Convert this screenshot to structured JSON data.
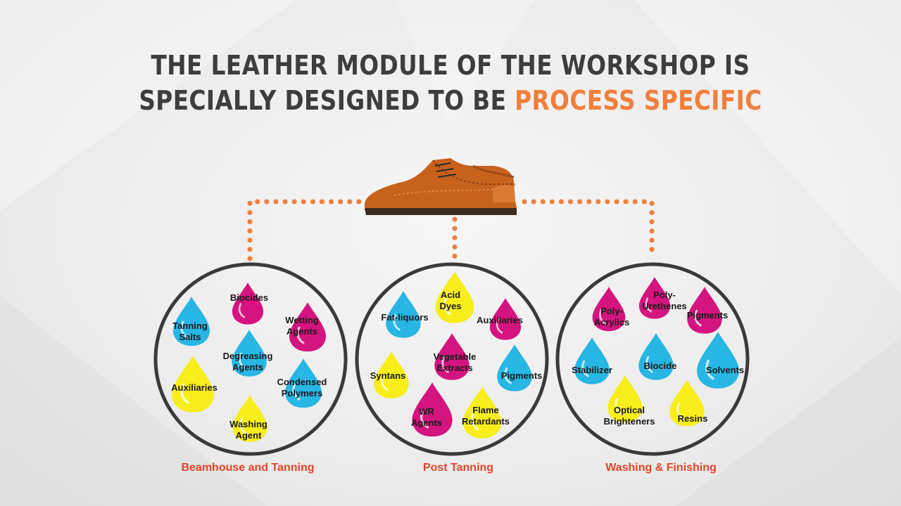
{
  "title": {
    "line1": "THE LEATHER MODULE OF THE WORKSHOP IS",
    "line2_plain": "SPECIALLY DESIGNED TO BE ",
    "line2_accent": "PROCESS SPECIFIC"
  },
  "colors": {
    "title": "#3d3d3d",
    "accent": "#f07f3c",
    "connector": "#f07f3c",
    "circle_stroke": "#3a3a3a",
    "label": "#e2452b",
    "drop_blue": "#28b6e4",
    "drop_magenta": "#d4147f",
    "drop_yellow": "#f7ee1b",
    "shoe": "#c7621d"
  },
  "shoe_icon": "leather-shoe-icon",
  "groups": [
    {
      "name": "Beamhouse and Tanning",
      "drops": [
        {
          "label": "Biocides",
          "color": "magenta"
        },
        {
          "label": "Tanning\nSalts",
          "color": "blue"
        },
        {
          "label": "Wetting\nAgents",
          "color": "magenta"
        },
        {
          "label": "Degreasing\nAgents",
          "color": "blue"
        },
        {
          "label": "Auxiliaries",
          "color": "yellow"
        },
        {
          "label": "Condensed\nPolymers",
          "color": "blue"
        },
        {
          "label": "Washing\nAgent",
          "color": "yellow"
        }
      ]
    },
    {
      "name": "Post Tanning",
      "drops": [
        {
          "label": "Acid\nDyes",
          "color": "yellow"
        },
        {
          "label": "Fat-liquors",
          "color": "blue"
        },
        {
          "label": "Auxiliaries",
          "color": "magenta"
        },
        {
          "label": "Vegetable\nExtracts",
          "color": "magenta"
        },
        {
          "label": "Syntans",
          "color": "yellow"
        },
        {
          "label": "Pigments",
          "color": "blue"
        },
        {
          "label": "WR\nAgents",
          "color": "magenta"
        },
        {
          "label": "Flame\nRetardants",
          "color": "yellow"
        }
      ]
    },
    {
      "name": "Washing & Finishing",
      "drops": [
        {
          "label": "Poly-\nUrethenes",
          "color": "magenta"
        },
        {
          "label": "Poly-\nAcrylics",
          "color": "magenta"
        },
        {
          "label": "Pigments",
          "color": "magenta"
        },
        {
          "label": "Stabilizer",
          "color": "blue"
        },
        {
          "label": "Biocide",
          "color": "blue"
        },
        {
          "label": "Solvents",
          "color": "blue"
        },
        {
          "label": "Optical\nBrighteners",
          "color": "yellow"
        },
        {
          "label": "Resins",
          "color": "yellow"
        }
      ]
    }
  ]
}
